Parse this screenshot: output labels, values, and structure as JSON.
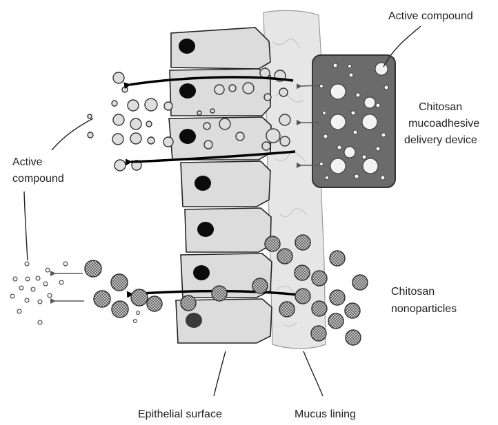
{
  "labels": {
    "active_compound_top": "Active compound",
    "active_compound_left_line1": "Active",
    "active_compound_left_line2": "compound",
    "chitosan_device_line1": "Chitosan",
    "chitosan_device_line2": "mucoadhesive",
    "chitosan_device_line3": "delivery device",
    "chitosan_nano_line1": "Chitosan",
    "chitosan_nano_line2": "nonoparticles",
    "epithelial_surface": "Epithelial surface",
    "mucus_lining": "Mucus lining"
  }
}
